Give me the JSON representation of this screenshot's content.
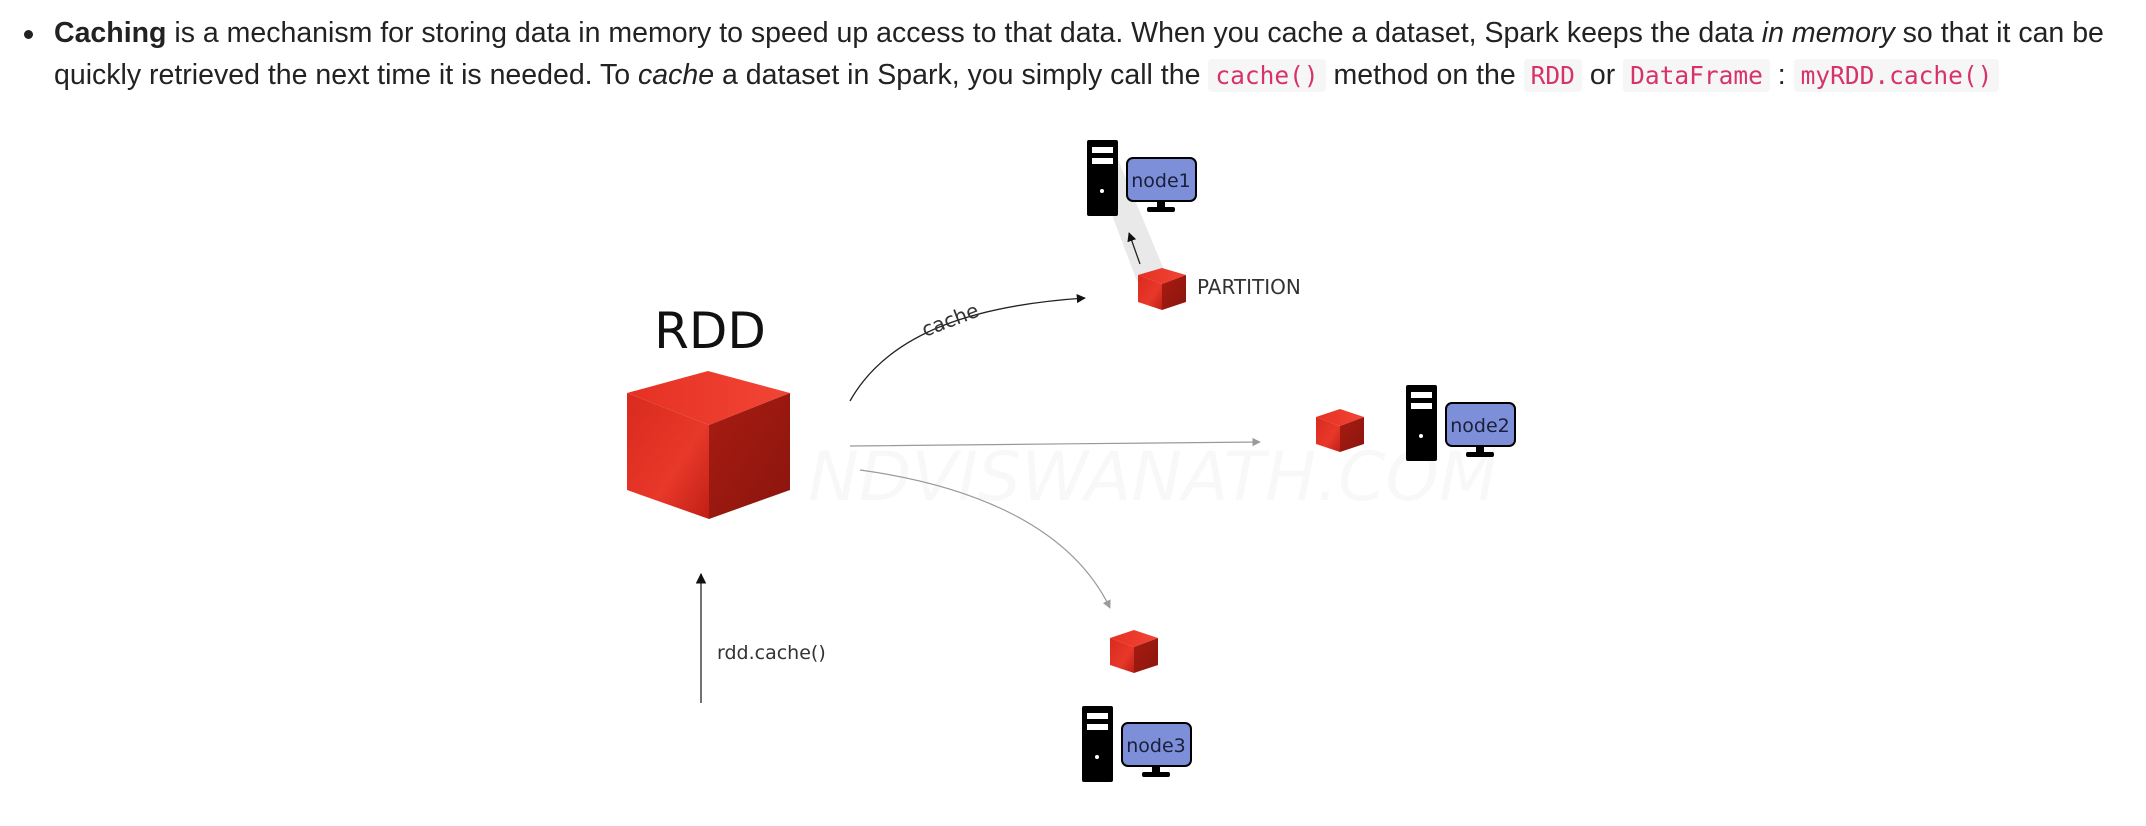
{
  "paragraph": {
    "term": "Caching",
    "text1": " is a mechanism for storing data in memory to speed up access to that data. When you cache a dataset, Spark keeps the data ",
    "emph1": "in memory",
    "text2": " so that it can be quickly retrieved the next time it is needed. To ",
    "emph2": "cache",
    "text3": " a dataset in Spark, you simply call the ",
    "code1": "cache()",
    "text4": " method on the ",
    "code2": "RDD",
    "text5": " or ",
    "code3": "DataFrame",
    "text6": " : ",
    "code4": "myRDD.cache()"
  },
  "diagram": {
    "rdd_label": "RDD",
    "cache_label": "cache",
    "partition_label": "PARTITION",
    "rdd_cache_label": "rdd.cache()",
    "watermark": "NDVISWANATH.COM",
    "nodes": [
      "node1",
      "node2",
      "node3"
    ],
    "colors": {
      "cube_front": "#d42a1e",
      "cube_side": "#9e1a12",
      "cube_top": "#ee3a2c",
      "monitor": "#7d8fd8",
      "tower": "#000000"
    }
  }
}
